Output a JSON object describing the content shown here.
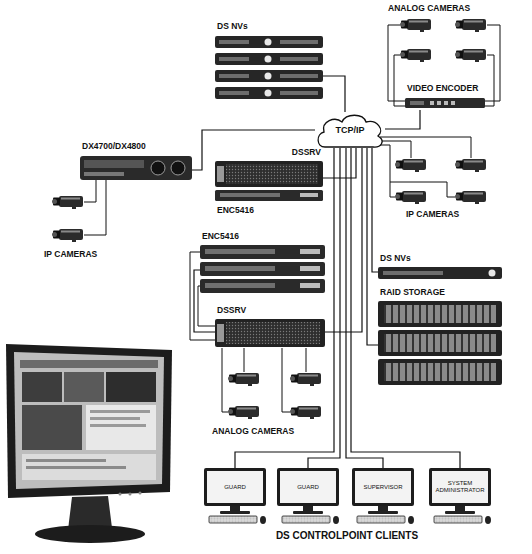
{
  "diagram": {
    "nodes": [
      {
        "text": [
          "DS NVs"
        ]
      },
      {
        "text": [
          "VIDEO ENCODER"
        ]
      },
      {
        "text": [
          "TCP/IP"
        ]
      },
      {
        "text": [
          "DX4700/DX4800"
        ]
      },
      {
        "text": [
          "DSSRV"
        ]
      },
      {
        "text": [
          "ENC5416"
        ]
      },
      {
        "text": [
          "ENC5416"
        ]
      },
      {
        "text": [
          "DSSRV"
        ]
      },
      {
        "text": [
          "DS NVs"
        ]
      },
      {
        "text": [
          "RAID STORAGE"
        ]
      },
      {
        "text": [
          "GUARD"
        ]
      },
      {
        "text": [
          "GUARD"
        ]
      },
      {
        "text": [
          "SUPERVISOR"
        ]
      },
      {
        "text": [
          "SYSTEM ADMINISTRATOR"
        ]
      }
    ],
    "edges": [
      {
        "from": 0,
        "to": 2,
        "arrow": "none"
      },
      {
        "from": 1,
        "to": 2,
        "arrow": "none"
      },
      {
        "from": 3,
        "to": 2,
        "arrow": "none"
      },
      {
        "from": 4,
        "to": 2,
        "arrow": "none"
      },
      {
        "from": 6,
        "to": 7,
        "arrow": "none"
      },
      {
        "from": 7,
        "to": 2,
        "arrow": "none"
      },
      {
        "from": 8,
        "to": 2,
        "arrow": "none"
      },
      {
        "from": 9,
        "to": 2,
        "arrow": "none"
      },
      {
        "from": 2,
        "to": 10,
        "arrow": "none"
      },
      {
        "from": 2,
        "to": 11,
        "arrow": "none"
      },
      {
        "from": 2,
        "to": 12,
        "arrow": "none"
      },
      {
        "from": 2,
        "to": 13,
        "arrow": "none"
      }
    ],
    "labels": [
      "ANALOG CAMERAS",
      "IP CAMERAS",
      "IP CAMERAS",
      "ANALOG CAMERAS",
      "DS CONTROLPOINT CLIENTS"
    ]
  }
}
